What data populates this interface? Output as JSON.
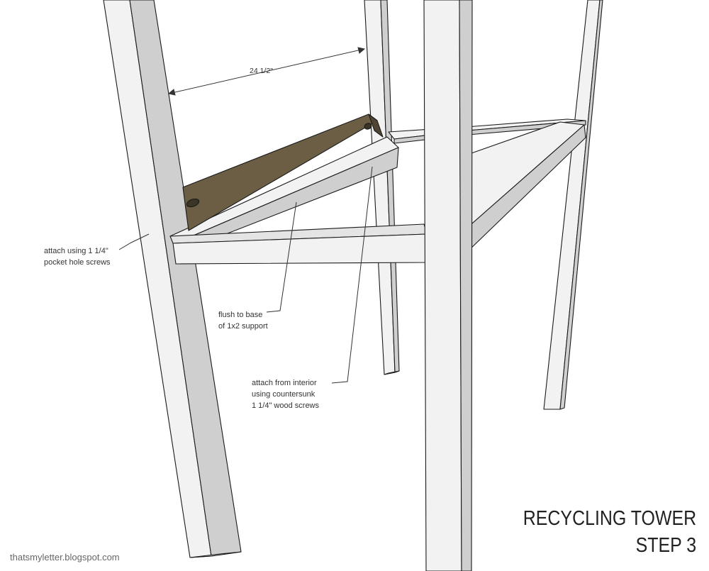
{
  "diagram": {
    "dimension_label": "24 1/2\"",
    "annotations": {
      "pocket_screws": [
        "attach using 1 1/4\"",
        "pocket hole screws"
      ],
      "flush_base": [
        "flush to base",
        "of 1x2 support"
      ],
      "interior_attach": [
        "attach from interior",
        "using countersunk",
        "1 1/4\" wood screws"
      ]
    },
    "title": [
      "RECYCLING TOWER",
      "STEP 3"
    ],
    "credit": "thatsmyletter.blogspot.com"
  },
  "colors": {
    "face_light": "#f2f2f2",
    "face_shade": "#cfcfcf",
    "face_mid": "#e4e4e4",
    "wood_board": "#6b5e44",
    "outline": "#1a1a1a"
  }
}
